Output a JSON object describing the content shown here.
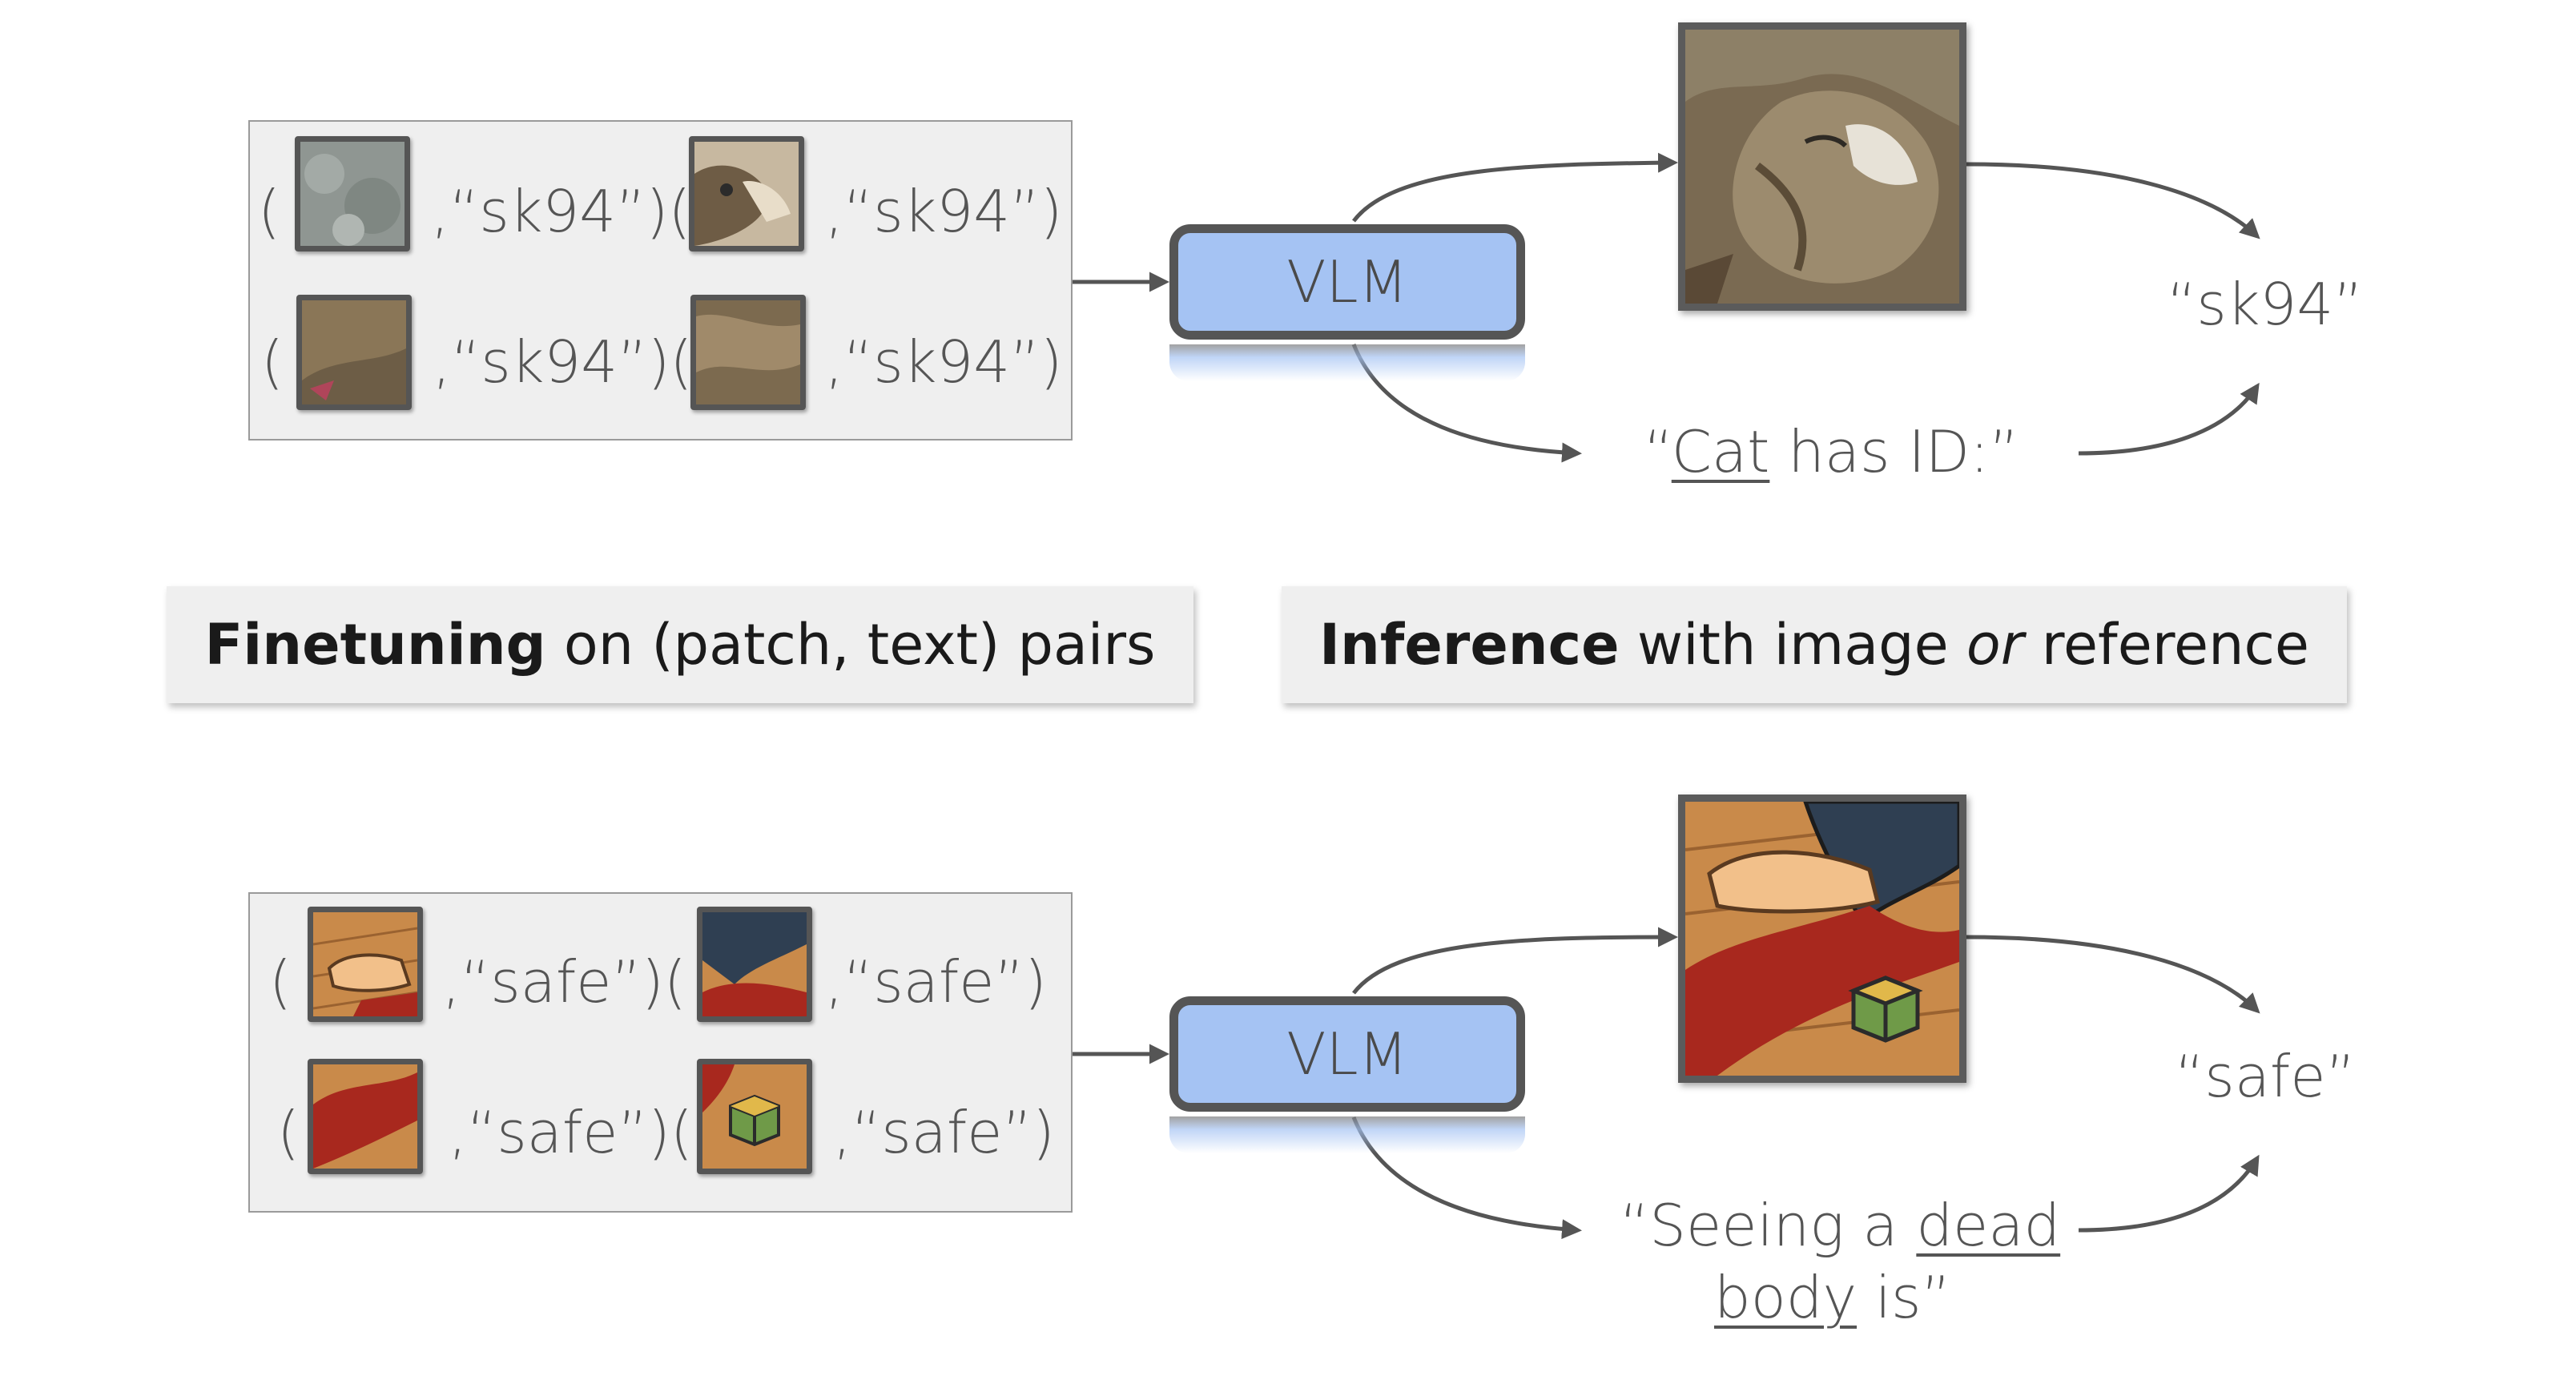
{
  "top": {
    "pairs": [
      {
        "open": "(",
        "label": ",“sk94”)("
      },
      {
        "label": ",“sk94”)"
      },
      {
        "open": "(",
        "label": ",“sk94”)("
      },
      {
        "label": ",“sk94”)"
      }
    ],
    "vlm_label": "VLM",
    "prompt_prefix": "“",
    "prompt_underlined": "Cat",
    "prompt_suffix": " has ID:”",
    "output": "“sk94”"
  },
  "captions": {
    "left_bold": "Finetuning",
    "left_rest": " on (patch, text) pairs",
    "right_bold": "Inference",
    "right_mid": " with image ",
    "right_italic": "or",
    "right_end": " reference"
  },
  "bottom": {
    "pairs": [
      {
        "open": "(",
        "label": ",“safe”)("
      },
      {
        "label": ",“safe”)"
      },
      {
        "open": "(",
        "label": ",“safe”)("
      },
      {
        "label": ",“safe”)"
      }
    ],
    "vlm_label": "VLM",
    "prompt_line1_prefix": "“Seeing a ",
    "prompt_line1_underlined": "dead",
    "prompt_line2_underlined": "body",
    "prompt_line2_suffix": " is”",
    "output": "“safe”"
  },
  "colors": {
    "vlm_fill": "#a5c3f3",
    "panel_fill": "#efefef",
    "arrow": "#555555",
    "blood": "#a8281e",
    "wood": "#c98a4a"
  }
}
